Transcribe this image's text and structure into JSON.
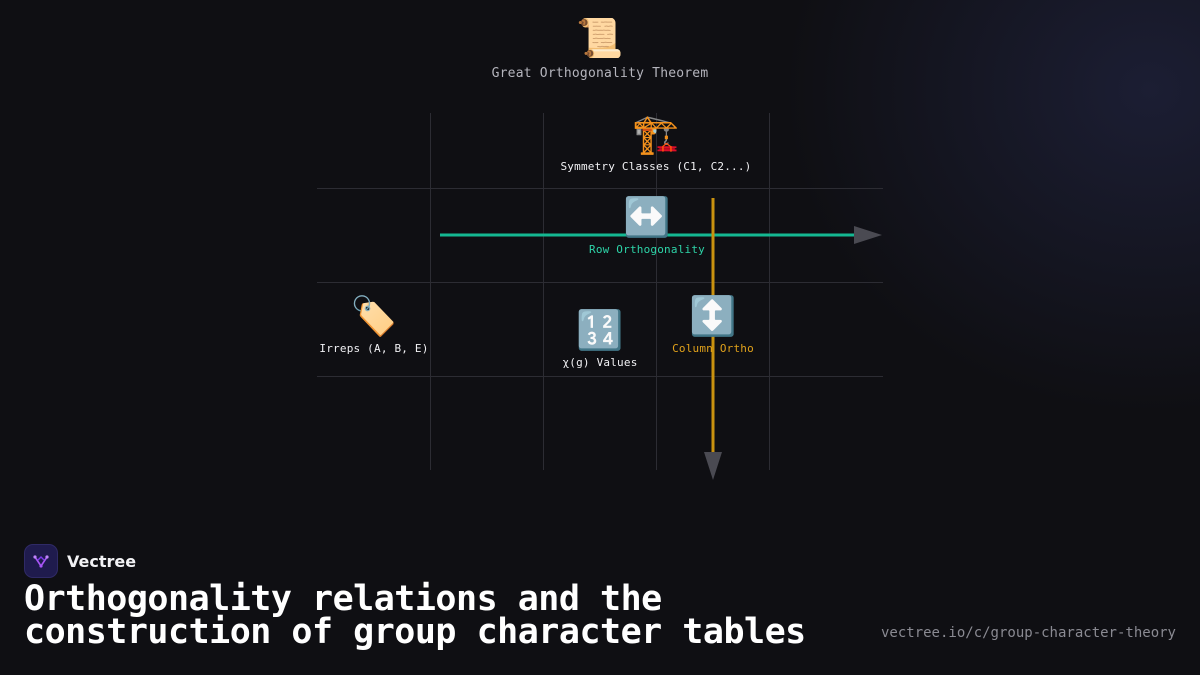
{
  "diagram": {
    "title": {
      "icon": "scroll",
      "glyph": "📜",
      "label": "Great Orthogonality Theorem"
    },
    "nodes": {
      "symmetry_classes": {
        "icon": "construction-crane",
        "glyph": "🏗️",
        "label": "Symmetry Classes (C1, C2...)"
      },
      "row_orthogonality": {
        "icon": "left-right-arrow",
        "glyph": "↔️",
        "label": "Row Orthogonality"
      },
      "irreps": {
        "icon": "label-tag",
        "glyph": "🏷️",
        "label": "Irreps (A, B, E)"
      },
      "chi_values": {
        "icon": "input-numbers",
        "glyph": "🔢",
        "label": "χ(g) Values"
      },
      "column_ortho": {
        "icon": "up-down-arrow",
        "glyph": "↕️",
        "label": "Column Ortho"
      }
    },
    "colors": {
      "row_arrow": "#14b892",
      "column_arrow": "#c9920f",
      "arrowhead": "#4a4a52",
      "grid": "#2c2c33"
    }
  },
  "footer": {
    "brand_name": "Vectree",
    "brand_icon": "vectree-logo",
    "headline": "Orthogonality relations and the construction of group character tables",
    "url": "vectree.io/c/group-character-theory"
  }
}
